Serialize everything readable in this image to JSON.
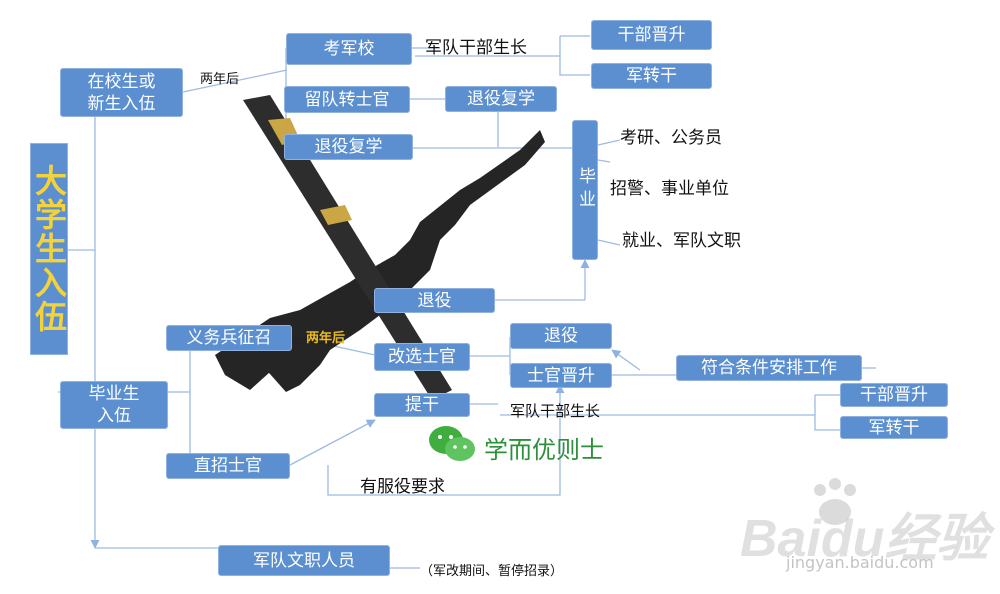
{
  "title": "大学生入伍",
  "boxes": {
    "kaojunxiao": "考军校",
    "zaixiao": "在校生或\n新生入伍",
    "liudui": "留队转士官",
    "tuiyi_fuxue_a": "退役复学",
    "tuiyi_fuxue_b": "退役复学",
    "bi_ye": "毕业",
    "ganbu_jinsheng_a": "干部晋升",
    "junzhuangan_a": "军转干",
    "tuiyi_a": "退役",
    "yiwubing": "义务兵征召",
    "gaixuan": "改选士官",
    "tuiyi_b": "退役",
    "shiguan_jinsheng": "士官晋升",
    "fuhe_tiaojian": "符合条件安排工作",
    "biyesheng": "毕业生\n入伍",
    "tigan": "提干",
    "ganbu_jinsheng_b": "干部晋升",
    "junzhuangan_b": "军转干",
    "zhizhao": "直招士官",
    "junduiwenzhi": "军队文职人员"
  },
  "labels": {
    "liangnianhou_a": "两年后",
    "liangnianhou_b": "两年后",
    "jundui_ganbu_a": "军队干部生长",
    "jundui_ganbu_b": "军队干部生长",
    "kaoyan": "考研、公务员",
    "zhaojing": "招警、事业单位",
    "jiuye": "就业、军队文职",
    "fuyi_yaoqiu": "有服役要求",
    "wenzhi_note": "（军改期间、暂停招录）"
  },
  "watermark": {
    "wechat_text": "学而优则士",
    "baidu_logo": "Baidu经验",
    "baidu_url": "jingyan.baidu.com"
  },
  "colors": {
    "box_fill": "#5b8fd0",
    "title_text": "#f3d23b",
    "line": "#8fb2e0",
    "wechat_green": "#2d8f3a"
  }
}
